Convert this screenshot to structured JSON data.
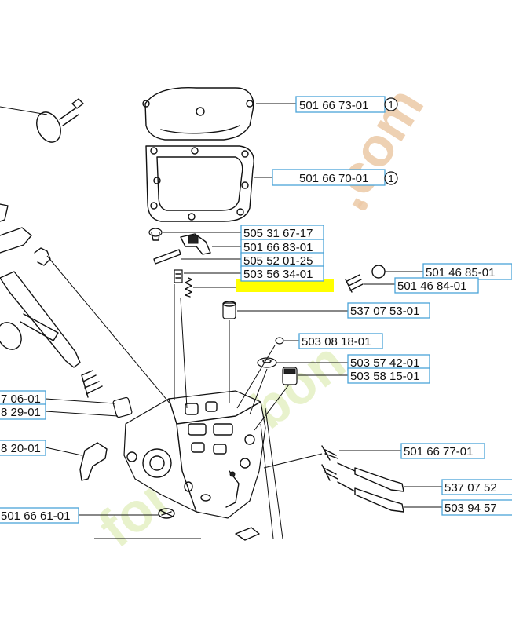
{
  "colors": {
    "label_border": "#4aa3d8",
    "highlight": "#ffff00",
    "watermark_orange": "#e8b98a",
    "watermark_green": "#d9ebb0",
    "ink": "#111111"
  },
  "watermark": {
    "text_main": "fordgerbon",
    "text_tail": ".com",
    "dot": "."
  },
  "parts": [
    {
      "id": "p1",
      "label": "501 66 73-01",
      "note": "1"
    },
    {
      "id": "p2",
      "label": "501 66 70-01",
      "note": "1"
    },
    {
      "id": "p3",
      "label": "505 31 67-17",
      "note": ""
    },
    {
      "id": "p4",
      "label": "501 66 83-01",
      "note": ""
    },
    {
      "id": "p5",
      "label": "505 52 01-25",
      "note": ""
    },
    {
      "id": "p6",
      "label": "503 56 34-01",
      "note": ""
    },
    {
      "id": "p7",
      "label": "501 46 85-01",
      "note": ""
    },
    {
      "id": "p8",
      "label": "501 46 84-01",
      "note": ""
    },
    {
      "id": "p9",
      "label": "537 07 53-01",
      "note": ""
    },
    {
      "id": "p10",
      "label": "503 08 18-01",
      "note": ""
    },
    {
      "id": "p11",
      "label": "503 57 42-01",
      "note": ""
    },
    {
      "id": "p12",
      "label": "503 58 15-01",
      "note": ""
    },
    {
      "id": "p13",
      "label": "501 66 77-01",
      "note": ""
    },
    {
      "id": "p14",
      "label": "537 07 52",
      "note": ""
    },
    {
      "id": "p15",
      "label": "503 94 57",
      "note": ""
    },
    {
      "id": "p16",
      "label": "7 06-01",
      "note": ""
    },
    {
      "id": "p17",
      "label": "8 29-01",
      "note": ""
    },
    {
      "id": "p18",
      "label": "8 20-01",
      "note": ""
    },
    {
      "id": "p19",
      "label": "501 66 61-01",
      "note": ""
    }
  ]
}
